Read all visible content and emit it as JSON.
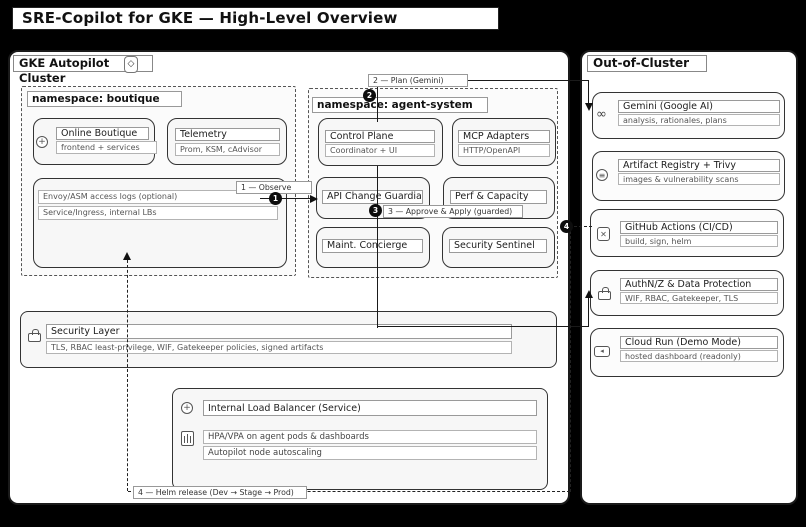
{
  "title": "SRE-Copilot for GKE — High-Level Overview",
  "cluster": {
    "label": "GKE Autopilot Cluster",
    "boutique": {
      "label": "namespace: boutique",
      "online_boutique": {
        "title": "Online Boutique",
        "subtitle": "frontend + services"
      },
      "telemetry": {
        "title": "Telemetry",
        "subtitle": "Prom, KSM, cAdvisor"
      },
      "mesh": {
        "line1": "Envoy/ASM access logs (optional)",
        "line2": "Service/Ingress, internal LBs"
      }
    },
    "agent_system": {
      "label": "namespace: agent-system",
      "control_plane": {
        "title": "Control Plane",
        "subtitle": "Coordinator + UI"
      },
      "mcp_adapters": {
        "title": "MCP Adapters",
        "subtitle": "HTTP/OpenAPI"
      },
      "api_change_guardian": {
        "title": "API Change Guardian"
      },
      "perf_capacity": {
        "title": "Perf & Capacity"
      },
      "maint_concierge": {
        "title": "Maint. Concierge"
      },
      "security_sentinel": {
        "title": "Security Sentinel"
      }
    },
    "security_layer": {
      "title": "Security Layer",
      "subtitle": "TLS, RBAC least-privilege, WIF, Gatekeeper policies, signed artifacts"
    },
    "scaling": {
      "ilb": "Internal Load Balancer (Service)",
      "hpa": "HPA/VPA on agent pods & dashboards",
      "autoscaling": "Autopilot node autoscaling"
    }
  },
  "out_of_cluster": {
    "label": "Out-of-Cluster",
    "items": [
      {
        "title": "Gemini (Google AI)",
        "subtitle": "analysis, rationales, plans"
      },
      {
        "title": "Artifact Registry + Trivy",
        "subtitle": "images & vulnerability scans"
      },
      {
        "title": "GitHub Actions (CI/CD)",
        "subtitle": "build, sign, helm"
      },
      {
        "title": "AuthN/Z & Data Protection",
        "subtitle": "WIF, RBAC, Gatekeeper, TLS"
      },
      {
        "title": "Cloud Run (Demo Mode)",
        "subtitle": "hosted dashboard (readonly)"
      }
    ]
  },
  "edges": [
    {
      "badge": "1",
      "label": "1 — Observe"
    },
    {
      "badge": "2",
      "label": "2 — Plan (Gemini)"
    },
    {
      "badge": "3",
      "label": "3 — Approve & Apply (guarded)"
    },
    {
      "badge": "4",
      "label": "4 — Helm release (Dev → Stage → Prod)"
    }
  ],
  "icons": {
    "diamond": "◇",
    "plus": "+",
    "infinity": "∞",
    "lines": "≡",
    "cross": "✕",
    "play": "◂"
  },
  "colors": {
    "background": "#000000",
    "panel": "#ffffff",
    "box_fill": "#f7f7f7",
    "line": "#1a1a1a"
  }
}
